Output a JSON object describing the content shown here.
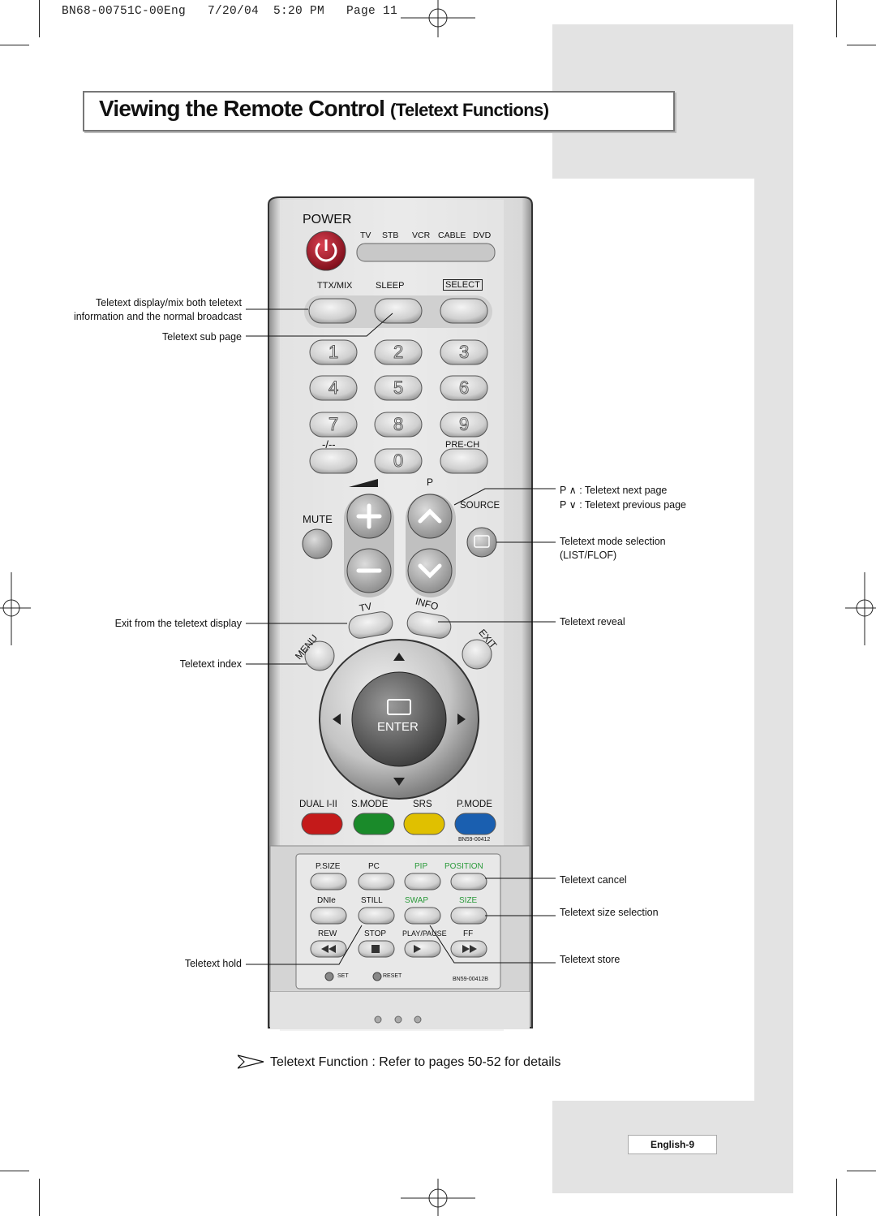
{
  "header": {
    "print_line": "BN68-00751C-00Eng   7/20/04  5:20 PM   Page 11"
  },
  "title": {
    "main": "Viewing the Remote Control",
    "sub": "Teletext Functions"
  },
  "remote": {
    "power": "POWER",
    "modes": [
      "TV",
      "STB",
      "VCR",
      "CABLE",
      "DVD"
    ],
    "ttx_mix": "TTX/MIX",
    "sleep": "SLEEP",
    "select": "SELECT",
    "digits": [
      "1",
      "2",
      "3",
      "4",
      "5",
      "6",
      "7",
      "8",
      "9",
      "0"
    ],
    "dash": "-/--",
    "pre_ch": "PRE-CH",
    "p": "P",
    "source": "SOURCE",
    "mute": "MUTE",
    "tv": "TV",
    "info": "INFO",
    "menu": "MENU",
    "exit": "EXIT",
    "enter": "ENTER",
    "dual": "DUAL I-II",
    "smode": "S.MODE",
    "srs": "SRS",
    "pmode": "P.MODE",
    "model": "BN59-00412",
    "psize": "P.SIZE",
    "pc": "PC",
    "pip": "PIP",
    "position": "POSITION",
    "dnie": "DNIe",
    "still": "STILL",
    "swap": "SWAP",
    "size": "SIZE",
    "rew": "REW",
    "stop": "STOP",
    "playpause": "PLAY/PAUSE",
    "ff": "FF",
    "set": "SET",
    "reset": "RESET",
    "model2": "BN59-00412B"
  },
  "callouts": {
    "display_mix_1": "Teletext display/mix both teletext",
    "display_mix_2": "information and the normal broadcast",
    "sub_page": "Teletext sub page",
    "next_page": "P  ∧ : Teletext next page",
    "prev_page": "P  ∨ : Teletext previous page",
    "mode_sel_1": "Teletext mode selection",
    "mode_sel_2": "(LIST/FLOF)",
    "exit_display": "Exit from the teletext display",
    "reveal": "Teletext reveal",
    "index": "Teletext index",
    "cancel": "Teletext cancel",
    "size_sel": "Teletext size selection",
    "hold": "Teletext hold",
    "store": "Teletext store"
  },
  "footnote": "Teletext Function : Refer to pages 50-52 for details",
  "page_number": "English-9",
  "colors": {
    "power_red": "#9b1420",
    "red": "#c41a1a",
    "green": "#1a8a2a",
    "yellow": "#e0c000",
    "blue": "#1a5fb0",
    "pip_green": "#2a9a3a",
    "band_gray": "#e3e3e3"
  }
}
